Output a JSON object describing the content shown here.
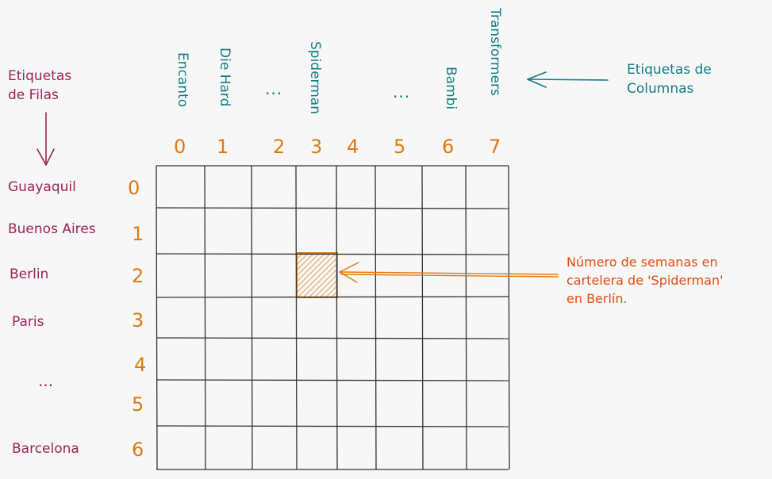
{
  "row_labels_title": "Etiquetas\nde Filas",
  "col_labels_title": "Etiquetas de\nColumnas",
  "column_labels": [
    "Encanto",
    "Die Hard",
    "...",
    "Spiderman",
    "...",
    "Bambi",
    "Transformers"
  ],
  "column_indices": [
    "0",
    "1",
    "2",
    "3",
    "4",
    "5",
    "6",
    "7"
  ],
  "row_labels": [
    "Guayaquil",
    "Buenos Aires",
    "Berlin",
    "Paris",
    "...",
    "Barcelona"
  ],
  "row_indices": [
    "0",
    "1",
    "2",
    "3",
    "4",
    "5",
    "6"
  ],
  "annotation": "Número de semanas en\ncartelera de 'Spiderman'\nen Berlín.",
  "colors": {
    "row": "#9b2356",
    "column": "#127d85",
    "index": "#e07a12",
    "highlight": "#e07a12",
    "grid": "#333333"
  }
}
